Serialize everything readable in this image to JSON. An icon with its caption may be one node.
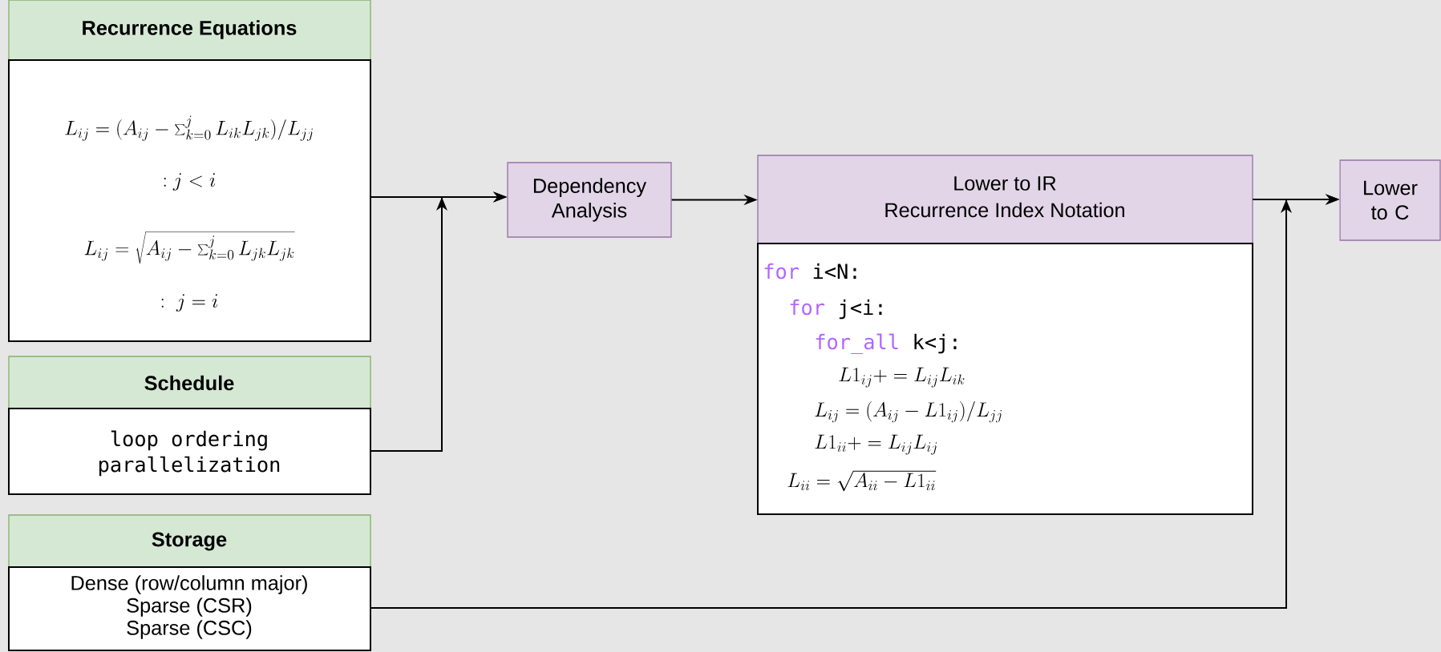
{
  "diagram": {
    "nodes": [
      {
        "text": [
          "Recurrence Equations",
          "L_{ij} = (A_{ij} - \\sum_{k=0}^{j} L_{ik}L_{jk})/L_{jj}",
          ":j < i",
          "L_{ij} = \\sqrt{A_{ij} - \\sum_{k=0}^{j} L_{jk}L_{jk}}",
          ":\\ j = i"
        ]
      },
      {
        "text": [
          "Schedule",
          "loop ordering",
          "parallelization"
        ]
      },
      {
        "text": [
          "Storage",
          "Dense (row/column major)",
          "Sparse (CSR)",
          "Sparse (CSC)"
        ]
      },
      {
        "text": [
          "Dependency Analysis"
        ]
      },
      {
        "text": [
          "Lower to IR",
          "Recurrence Index Notation",
          "for",
          "i<N:",
          "for",
          "j<i:",
          "for_all",
          "k<j:",
          "L1_{ij} += L_{ij}L_{ik}",
          "L_{ij} = (A_{ij} - L1_{ij})/L_{jj}",
          "L1_{ii} += L_{ij}L_{ij}",
          "L_{ii} = \\sqrt{A_{ii} - L1_{ii}}"
        ]
      },
      {
        "text": [
          "Lower to C"
        ]
      }
    ],
    "edges": [
      {
        "from": 0,
        "to": 3,
        "arrow": "to"
      },
      {
        "from": 1,
        "to": 3,
        "arrow": "to"
      },
      {
        "from": 3,
        "to": 4,
        "arrow": "to"
      },
      {
        "from": 4,
        "to": 5,
        "arrow": "to"
      },
      {
        "from": 2,
        "to": 5,
        "arrow": "to"
      }
    ]
  }
}
